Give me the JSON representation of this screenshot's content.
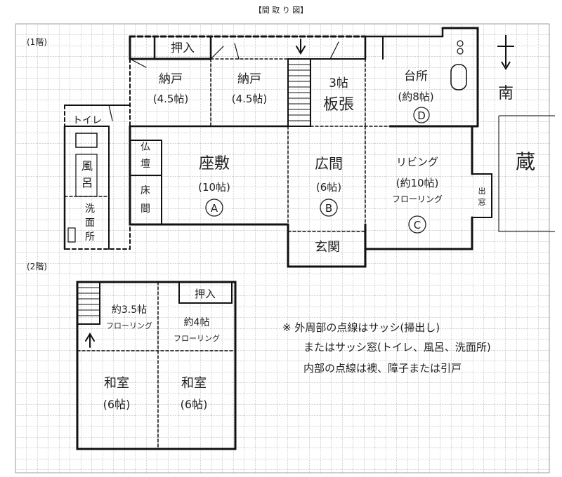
{
  "title": "【間 取 り 図】",
  "floor1_label": "(1階)",
  "floor2_label": "(2階)",
  "compass_label": "南",
  "storehouse_label": "蔵",
  "rooms_floor1": {
    "oshiire": "押入",
    "nando1": [
      "納戸",
      "(4.5帖)"
    ],
    "nando2": [
      "納戸",
      "(4.5帖)"
    ],
    "itabari": [
      "3帖",
      "板張"
    ],
    "kitchen": [
      "台所",
      "(約8帖)",
      "D"
    ],
    "toilet": "トイレ",
    "bath": "風呂",
    "washroom": "洗面所",
    "butsudan": "仏壇",
    "tokonoma": "床間",
    "zashiki": [
      "座敷",
      "(10帖)",
      "A"
    ],
    "hiroma": [
      "広間",
      "(6帖)",
      "B"
    ],
    "living": [
      "リビング",
      "(約10帖)",
      "フローリング",
      "C"
    ],
    "demado": "出窓",
    "genkan": "玄関"
  },
  "rooms_floor2": {
    "oshiire": "押入",
    "room_35": [
      "約3.5帖",
      "フローリング"
    ],
    "room_4": [
      "約4帖",
      "フローリング"
    ],
    "washitsu1": [
      "和室",
      "(6帖)"
    ],
    "washitsu2": [
      "和室",
      "(6帖)"
    ]
  },
  "notes": [
    "※ 外周部の点線はサッシ(掃出し)",
    "またはサッシ窓(トイレ、風呂、洗面所)",
    "内部の点線は襖、障子または引戸"
  ]
}
